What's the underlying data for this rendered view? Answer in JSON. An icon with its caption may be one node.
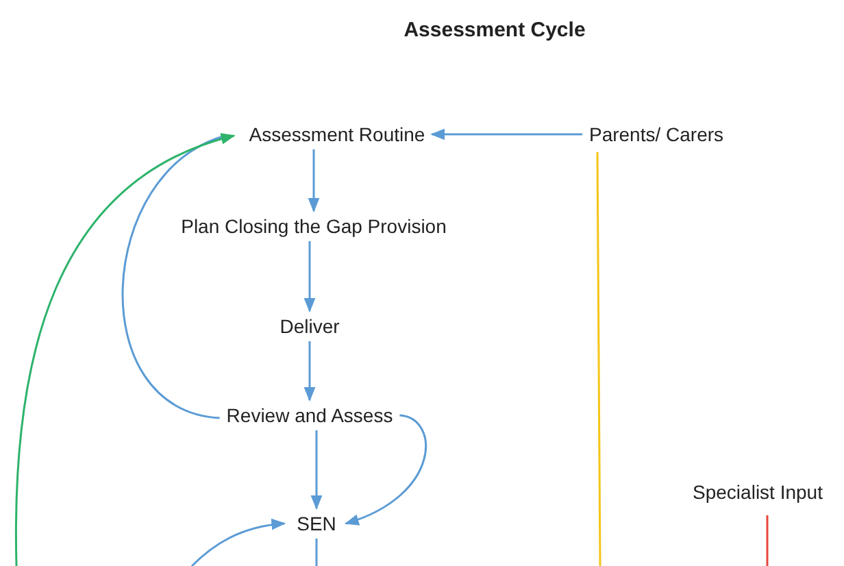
{
  "diagram": {
    "title": "Assessment Cycle",
    "nodes": [
      {
        "text": [
          "Assessment Routine"
        ]
      },
      {
        "text": [
          "Plan Closing the Gap Provision"
        ]
      },
      {
        "text": [
          "Deliver"
        ]
      },
      {
        "text": [
          "Review and Assess"
        ]
      },
      {
        "text": [
          "SEN"
        ]
      },
      {
        "text": [
          "Parents/ Carers"
        ]
      },
      {
        "text": [
          "Specialist Input"
        ]
      }
    ],
    "edges": [
      {
        "from": 5,
        "to": 0,
        "arrow": "to"
      },
      {
        "from": 0,
        "to": 1,
        "arrow": "to"
      },
      {
        "from": 1,
        "to": 2,
        "arrow": "to"
      },
      {
        "from": 2,
        "to": 3,
        "arrow": "to"
      },
      {
        "from": 3,
        "to": 4,
        "arrow": "to"
      },
      {
        "from": 3,
        "to": 4,
        "arrow": "to"
      },
      {
        "from": 3,
        "to": 0,
        "arrow": "none"
      },
      {
        "from": null,
        "to": 0,
        "arrow": "to",
        "color": "#2db36b"
      },
      {
        "from": null,
        "to": 4,
        "arrow": "to"
      },
      {
        "from": 4,
        "to": null,
        "arrow": "none"
      },
      {
        "from": 5,
        "to": null,
        "arrow": "none",
        "color": "#f5c518"
      },
      {
        "from": 6,
        "to": null,
        "arrow": "none",
        "color": "#e8453c"
      }
    ]
  }
}
